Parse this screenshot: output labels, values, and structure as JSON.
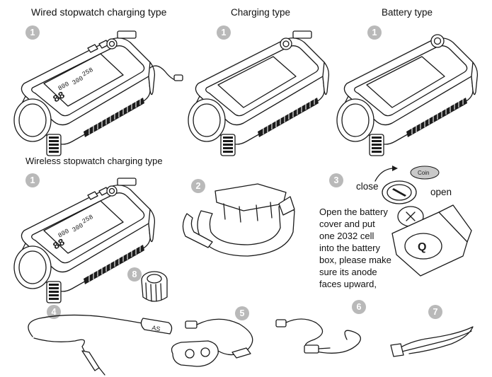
{
  "labels": {
    "wired": "Wired stopwatch charging type",
    "charging": "Charging type",
    "battery": "Battery type",
    "wireless": "Wireless stopwatch charging type",
    "close": "close",
    "open": "open",
    "coin": "Coin"
  },
  "numbers": {
    "n1a": "1",
    "n1b": "1",
    "n1c": "1",
    "n1d": "1",
    "n2": "2",
    "n3": "3",
    "n4": "4",
    "n5": "5",
    "n6": "6",
    "n7": "7",
    "n8": "8"
  },
  "instructions": [
    "Open the battery",
    "cover and put",
    "one 2032 cell",
    "into the battery",
    "box, please make",
    "sure its anode",
    "faces upward,"
  ],
  "colors": {
    "badge": "#b9b9b9",
    "ink": "#1a1a1a",
    "coin": "#c9c9c9"
  }
}
